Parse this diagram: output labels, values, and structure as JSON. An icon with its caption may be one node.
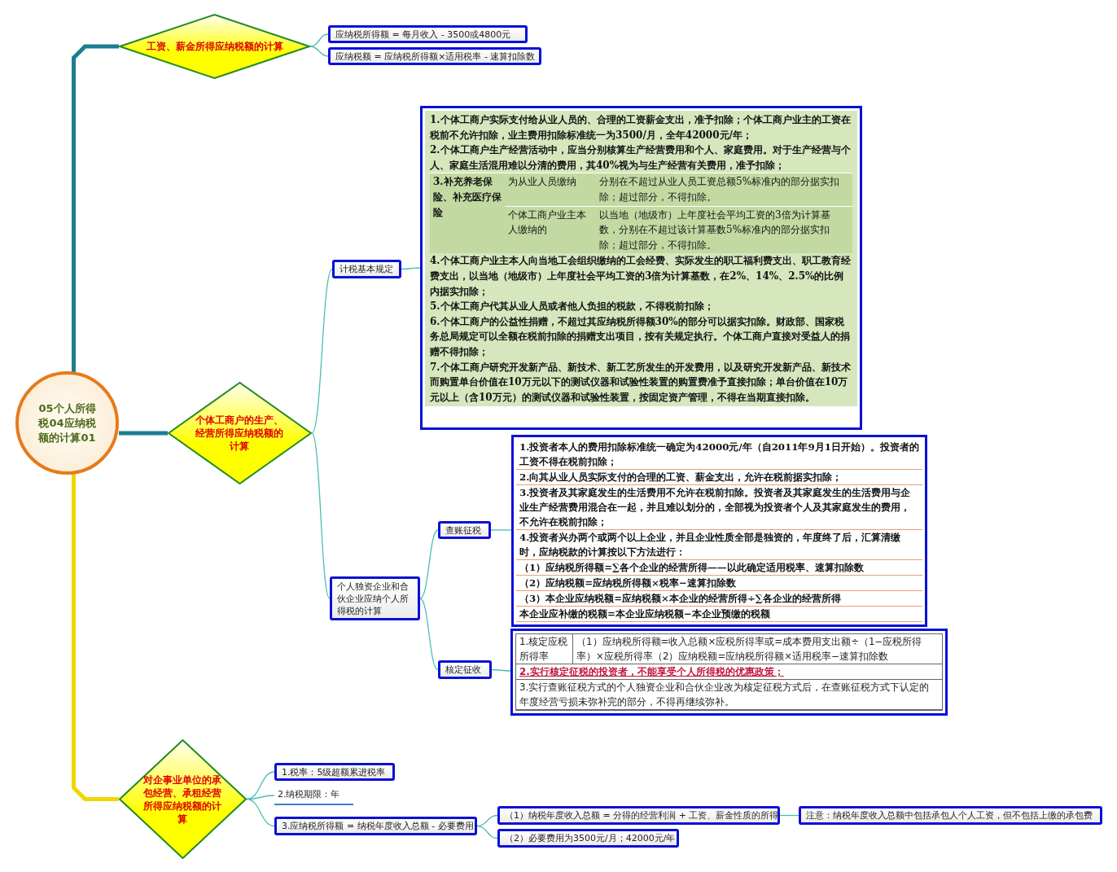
{
  "diagram": {
    "nodes": [
      {
        "text": [
          "05个人所得税04应纳税额的计算01"
        ]
      },
      {
        "text": [
          "工资、薪金所得应纳税额的计算"
        ]
      },
      {
        "text": [
          "应纳税所得额 = 每月收入 - 3500或4800元"
        ]
      },
      {
        "text": [
          "应纳税额 = 应纳税所得额×适用税率 - 速算扣除数"
        ]
      },
      {
        "text": [
          "个体工商户的生产、经营所得应纳税额的计算"
        ]
      },
      {
        "text": [
          "计税基本规定"
        ]
      },
      {
        "text": [
          "1.个体工商户实际支付给从业人员的、合理的工资薪金支出，准予扣除；个体工商户业主的工资在税前不允许扣除，业主费用扣除标准统一为3500/月，全年42000元/年；",
          "2.个体工商户生产经营活动中，应当分别核算生产经营费用和个人、家庭费用。对于生产经营与个人、家庭生活混用难以分清的费用，其40%视为与生产经营有关费用，准予扣除；",
          "3.补充养老保险、补充医疗保险",
          "为从业人员缴纳",
          "分别在不超过从业人员工资总额5%标准内的部分据实扣除；超过部分，不得扣除。",
          "个体工商户业主本人缴纳的",
          "以当地（地级市）上年度社会平均工资的3倍为计算基数，分别在不超过该计算基数5%标准内的部分据实扣除；超过部分，不得扣除。",
          "4.个体工商户业主本人向当地工会组织缴纳的工会经费、实际发生的职工福利费支出、职工教育经费支出，以当地（地级市）上年度社会平均工资的3倍为计算基数，在2%、14%、2.5%的比例内据实扣除；",
          "5.个体工商户代其从业人员或者他人负担的税款，不得税前扣除；",
          "6.个体工商户的公益性捐赠，不超过其应纳税所得额30%的部分可以据实扣除。财政部、国家税务总局规定可以全额在税前扣除的捐赠支出项目，按有关规定执行。个体工商户直接对受益人的捐赠不得扣除；",
          "7.个体工商户研究开发新产品、新技术、新工艺所发生的开发费用，以及研究开发新产品、新技术而购置单台价值在10万元以下的测试仪器和试验性装置的购置费准予直接扣除；单台价值在10万元以上（含10万元）的测试仪器和试验性装置，按固定资产管理，不得在当期直接扣除。"
        ]
      },
      {
        "text": [
          "个人独资企业和合伙企业应纳个人所得税的计算"
        ]
      },
      {
        "text": [
          "查账征税"
        ]
      },
      {
        "text": [
          "1.投资者本人的费用扣除标准统一确定为42000元/年（自2011年9月1日开始）。投资者的工资不得在税前扣除；",
          "2.向其从业人员实际支付的合理的工资、薪金支出，允许在税前据实扣除；",
          "3.投资者及其家庭发生的生活费用不允许在税前扣除。投资者及其家庭发生的生活费用与企业生产经营费用混合在一起，并且难以划分的，全部视为投资者个人及其家庭发生的费用，不允许在税前扣除；",
          "4.投资者兴办两个或两个以上企业，并且企业性质全部是独资的，年度终了后，汇算清缴时，应纳税款的计算按以下方法进行：",
          "（1）应纳税所得额=∑各个企业的经营所得——以此确定适用税率、速算扣除数",
          "（2）应纳税额=应纳税所得额×税率−速算扣除数",
          "（3）本企业应纳税额=应纳税额×本企业的经营所得÷∑各企业的经营所得",
          "本企业应补缴的税额=本企业应纳税额−本企业预缴的税额"
        ]
      },
      {
        "text": [
          "核定征收"
        ]
      },
      {
        "text": [
          "1.核定应税所得率",
          "（1）应纳税所得额=收入总额×应税所得率或=成本费用支出额÷（1−应税所得率）×应税所得率（2）应纳税额=应纳税所得额×适用税率−速算扣除数",
          "2.实行核定征税的投资者，不能享受个人所得税的优惠政策；",
          "3.实行查账征税方式的个人独资企业和合伙企业改为核定征税方式后，在查账征税方式下认定的年度经营亏损未弥补完的部分，不得再继续弥补。"
        ]
      },
      {
        "text": [
          "对企事业单位的承包经营、承租经营所得应纳税额的计算"
        ]
      },
      {
        "text": [
          "1.税率：5级超额累进税率"
        ]
      },
      {
        "text": [
          "2.纳税期限：年"
        ]
      },
      {
        "text": [
          "3.应纳税所得额 = 纳税年度收入总额 - 必要费用"
        ]
      },
      {
        "text": [
          "（1）纳税年度收入总额 = 分得的经营利润 + 工资、薪金性质的所得"
        ]
      },
      {
        "text": [
          "（2）必要费用为3500元/月；42000元/年"
        ]
      },
      {
        "text": [
          "注意：纳税年度收入总额中包括承包人个人工资，但不包括上缴的承包费"
        ]
      }
    ],
    "edges": [
      {
        "from": 0,
        "to": 1,
        "arrow": "none",
        "style": "thick",
        "color": "#1b7f8f"
      },
      {
        "from": 0,
        "to": 4,
        "arrow": "none",
        "style": "thick",
        "color": "#1b7f8f"
      },
      {
        "from": 0,
        "to": 12,
        "arrow": "none",
        "style": "thick",
        "color": "#f2d600"
      },
      {
        "from": 1,
        "to": 2,
        "arrow": "none"
      },
      {
        "from": 1,
        "to": 3,
        "arrow": "none"
      },
      {
        "from": 4,
        "to": 5,
        "arrow": "none"
      },
      {
        "from": 5,
        "to": 6,
        "arrow": "none"
      },
      {
        "from": 4,
        "to": 7,
        "arrow": "none"
      },
      {
        "from": 7,
        "to": 8,
        "arrow": "none"
      },
      {
        "from": 8,
        "to": 9,
        "arrow": "none"
      },
      {
        "from": 7,
        "to": 10,
        "arrow": "none"
      },
      {
        "from": 10,
        "to": 11,
        "arrow": "none"
      },
      {
        "from": 12,
        "to": 13,
        "arrow": "none"
      },
      {
        "from": 12,
        "to": 14,
        "arrow": "none"
      },
      {
        "from": 12,
        "to": 15,
        "arrow": "none"
      },
      {
        "from": 15,
        "to": 16,
        "arrow": "none"
      },
      {
        "from": 15,
        "to": 17,
        "arrow": "none"
      },
      {
        "from": 16,
        "to": 18,
        "arrow": "none"
      }
    ]
  }
}
